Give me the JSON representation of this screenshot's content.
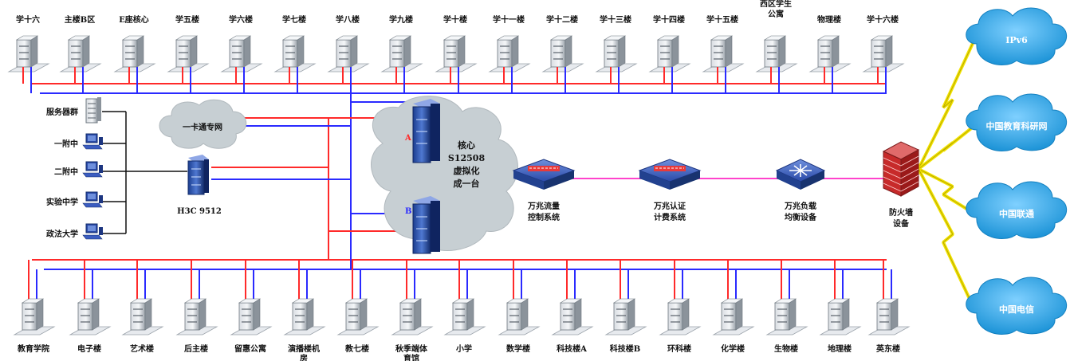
{
  "top_buildings": [
    "学十六",
    "主楼B区",
    "E座核心",
    "学五楼",
    "学六楼",
    "学七楼",
    "学八楼",
    "学九楼",
    "学十楼",
    "学十一楼",
    "学十二楼",
    "学十三楼",
    "学十四楼",
    "学十五楼",
    "西区学生公寓",
    "物理楼",
    "学十六楼"
  ],
  "bottom_buildings": [
    "教育学院",
    "电子楼",
    "艺术楼",
    "后主楼",
    "留惠公寓",
    "演播楼机房",
    "教七楼",
    "秋季端体育馆",
    "小学",
    "数学楼",
    "科技楼A",
    "科技楼B",
    "环科楼",
    "化学楼",
    "生物楼",
    "地理楼",
    "英东楼"
  ],
  "left_nodes": [
    "服务器群",
    "一附中",
    "二附中",
    "实验中学",
    "政法大学"
  ],
  "card_cloud": "一卡通专网",
  "h3c_label": "H3C 9512",
  "core": {
    "line1": "核心",
    "line2": "S12508",
    "line3": "虚拟化",
    "line4": "成一台",
    "a": "A",
    "b": "B"
  },
  "devices": [
    {
      "name": "flow-control",
      "line1": "万兆流量",
      "line2": "控制系统"
    },
    {
      "name": "auth-billing",
      "line1": "万兆认证",
      "line2": "计费系统"
    },
    {
      "name": "load-balance",
      "line1": "万兆负载",
      "line2": "均衡设备"
    },
    {
      "name": "firewall",
      "line1": "防火墙",
      "line2": "设备"
    }
  ],
  "isp_clouds": [
    "IPv6",
    "中国教育科研网",
    "中国联通",
    "中国电信"
  ],
  "colors": {
    "red": "#ff2a2a",
    "blue": "#2a2aff",
    "magenta": "#ff44cc",
    "cloud": "#2ea7e6",
    "gray_cloud": "#c7cfd3"
  }
}
